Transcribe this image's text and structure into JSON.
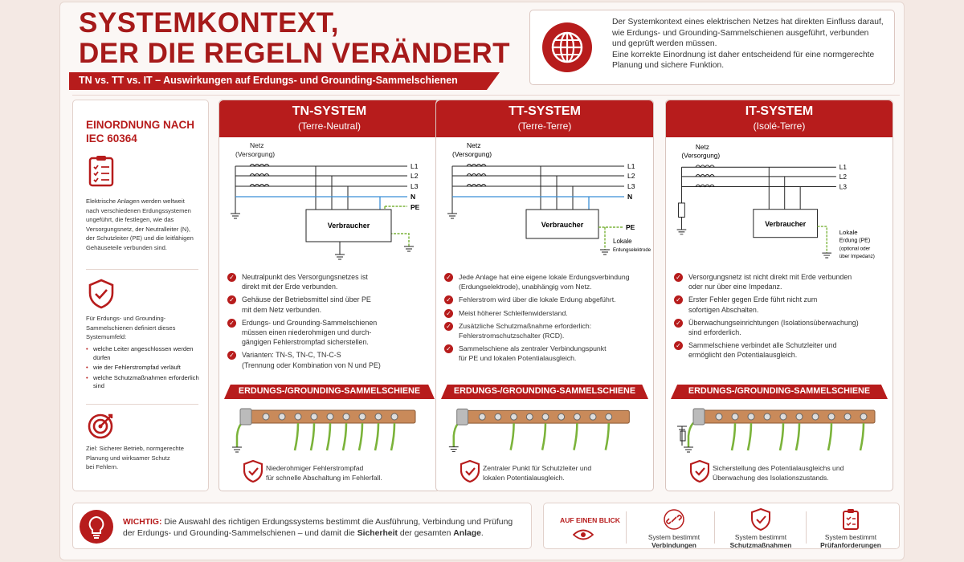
{
  "header": {
    "title_line1": "SYSTEMKONTEXT,",
    "title_line2": "DER DIE REGELN VERÄNDERT",
    "subtitle": "TN vs. TT vs. IT – Auswirkungen auf Erdungs- und Grounding-Sammelschienen"
  },
  "intro": {
    "icon": "globe-icon",
    "lines": [
      "Der Systemkontext eines elektrischen Netzes hat direkten Einfluss darauf,",
      "wie Erdungs- und Grounding-Sammelschienen ausgeführt, verbunden",
      "und geprüft werden müssen.",
      "Eine korrekte Einordnung ist daher entscheidend für eine normgerechte",
      "Planung und sichere Funktion."
    ]
  },
  "sidebar": {
    "title_line1": "EINORDNUNG NACH",
    "title_line2": "IEC 60364",
    "text1": [
      "Elektrische Anlagen werden weltweit",
      "nach verschiedenen Erdungssystemen",
      "ungeführt, die festlegen, wie das",
      "Versorgungsnetz, der Neutralleiter (N),",
      "der Schutzleiter (PE) und die leitfähigen",
      "Gehäuseteile verbunden sind."
    ],
    "text2": [
      "Für Erdungs- und Grounding-",
      "Sammelschienen definiert dieses",
      "Systemumfeld:"
    ],
    "list": [
      "welche Leiter angeschlossen werden dürfen",
      "wie der Fehlerstrompfad verläuft",
      "welche Schutzmaßnahmen erforderlich sind"
    ],
    "goal": [
      "Ziel: Sicherer Betrieb, normgerechte",
      "Planung und wirksamer Schutz",
      "bei Fehlern."
    ]
  },
  "diagram_labels": {
    "netz": "Netz",
    "versorgung": "(Versorgung)",
    "L1": "L1",
    "L2": "L2",
    "L3": "L3",
    "N": "N",
    "PE": "PE",
    "verbraucher": "Verbraucher",
    "tt_lokale": "Lokale",
    "tt_erdung": "Erdungselektrode",
    "it_lokale": "Lokale",
    "it_erdung": "Erdung (PE)",
    "it_opt1": "(optional oder",
    "it_opt2": "über Impedanz)"
  },
  "panels": [
    {
      "title": "TN-SYSTEM",
      "subtitle": "(Terre-Neutral)",
      "bullets": [
        [
          "Neutralpunkt des Versorgungsnetzes ist",
          "direkt mit der Erde verbunden."
        ],
        [
          "Gehäuse der Betriebsmittel sind über PE",
          "mit dem Netz verbunden."
        ],
        [
          "Erdungs- und Grounding-Sammelschienen",
          "müssen einen niederohmigen und durch-",
          "gängigen Fehlerstrompfad sicherstellen."
        ],
        [
          "Varianten: TN-S, TN-C, TN-C-S",
          "(Trennung oder Kombination von N und PE)"
        ]
      ],
      "bar": "ERDUNGS-/GROUNDING-SAMMELSCHIENE",
      "caption": [
        "Niederohmiger Fehlerstrompfad",
        "für schnelle Abschaltung im Fehlerfall."
      ]
    },
    {
      "title": "TT-SYSTEM",
      "subtitle": "(Terre-Terre)",
      "bullets": [
        [
          "Jede Anlage hat eine eigene lokale Erdungsverbindung",
          "(Erdungselektrode), unabhängig vom Netz."
        ],
        [
          "Fehlerstrom wird über die lokale Erdung abgeführt."
        ],
        [
          "Meist höherer Schleifenwiderstand."
        ],
        [
          "Zusätzliche Schutzmaßnahme erforderlich:",
          "Fehlerstromschutzschalter (RCD)."
        ],
        [
          "Sammelschiene als zentraler Verbindungspunkt",
          "für PE und lokalen Potentialausgleich."
        ]
      ],
      "bar": "ERDUNGS-/GROUNDING-SAMMELSCHIENE",
      "caption": [
        "Zentraler Punkt für Schutzleiter und",
        "lokalen Potentialausgleich."
      ]
    },
    {
      "title": "IT-SYSTEM",
      "subtitle": "(Isolé-Terre)",
      "bullets": [
        [
          "Versorgungsnetz ist nicht direkt mit Erde verbunden",
          "oder nur über eine Impedanz."
        ],
        [
          "Erster Fehler gegen Erde führt nicht zum",
          "sofortigen Abschalten."
        ],
        [
          "Überwachungseinrichtungen (Isolationsüberwachung)",
          "sind erforderlich."
        ],
        [
          "Sammelschiene verbindet alle Schutzleiter und",
          "ermöglicht den Potentialausgleich."
        ]
      ],
      "bar": "ERDUNGS-/GROUNDING-SAMMELSCHIENE",
      "caption": [
        "Sicherstellung des Potentialausgleichs und",
        "Überwachung des Isolationszustands."
      ]
    }
  ],
  "important": {
    "label": "WICHTIG:",
    "line1": " Die Auswahl des richtigen Erdungssystems bestimmt die Ausführung, Verbindung und Prüfung",
    "line2a": "der Erdungs- und Grounding-Sammelschienen – und damit die ",
    "line2b": "Sicherheit",
    "line2c": " der gesamten ",
    "line2d": "Anlage",
    "line2e": "."
  },
  "glance": {
    "label": "AUF EINEN BLICK",
    "items": [
      {
        "line1": "System bestimmt",
        "line2": "Verbindungen",
        "icon": "link-icon"
      },
      {
        "line1": "System bestimmt",
        "line2": "Schutzmaßnahmen",
        "icon": "shield-check-icon"
      },
      {
        "line1": "System bestimmt",
        "line2": "Prüfanforderungen",
        "icon": "clipboard-icon"
      }
    ]
  },
  "colors": {
    "accent": "#b71c1c",
    "neutral_line": "#3a8fd6",
    "pe_line": "#7bb33a",
    "copper": "#c98a5a"
  }
}
